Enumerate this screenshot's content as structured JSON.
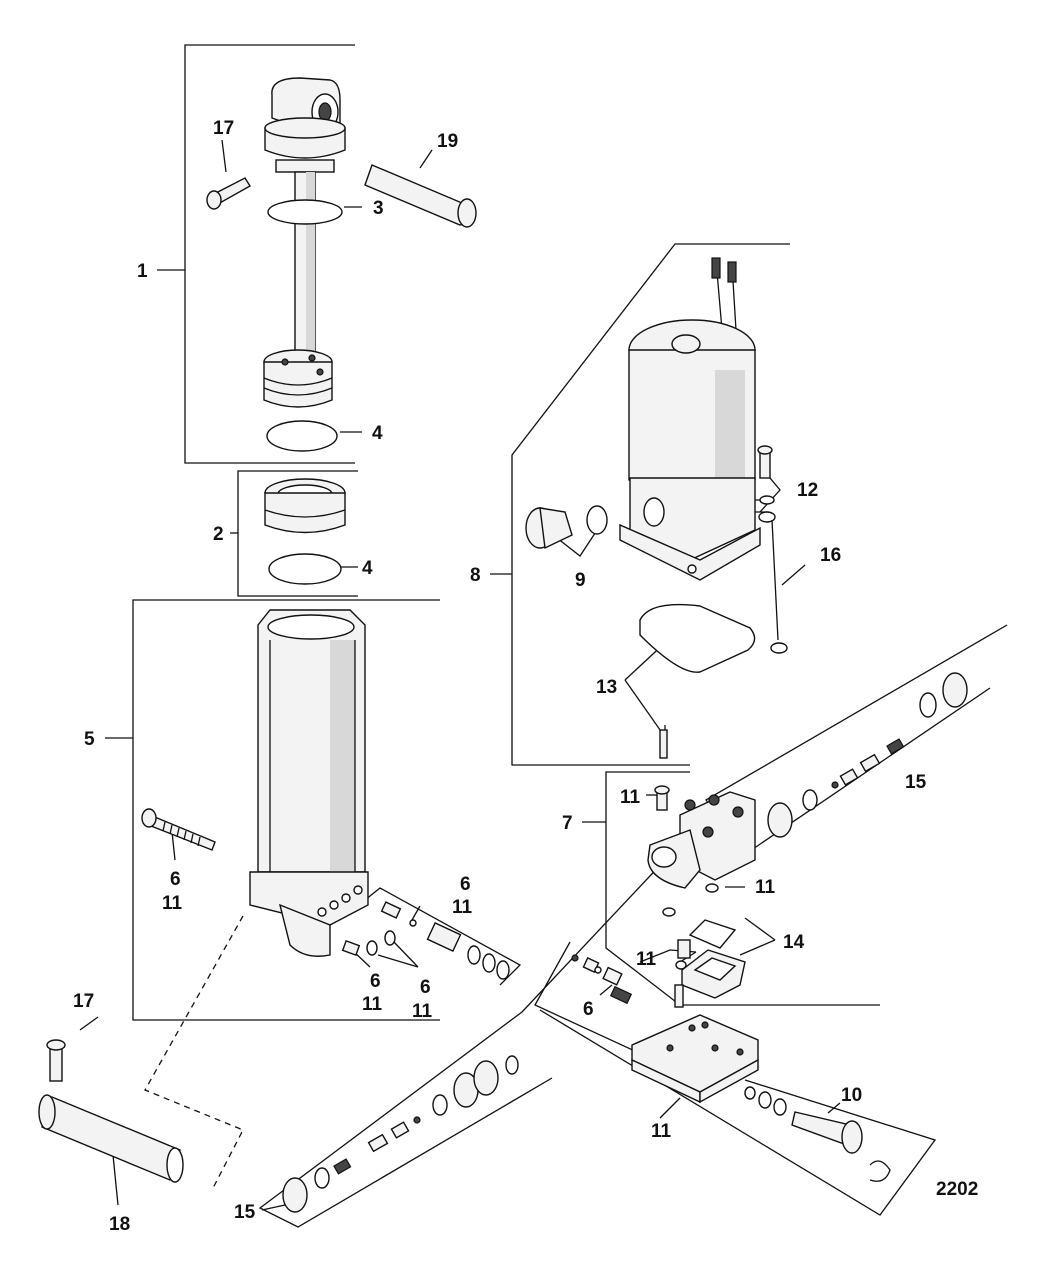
{
  "figure_number": "2202",
  "callouts": {
    "c1": "1",
    "c2": "2",
    "c3": "3",
    "c4a": "4",
    "c4b": "4",
    "c5": "5",
    "c6a": "6",
    "c11a": "11",
    "c6b": "6",
    "c11b": "11",
    "c6c": "6",
    "c11c": "11",
    "c6d": "6",
    "c11d": "11",
    "c6e": "6",
    "c7": "7",
    "c8": "8",
    "c9": "9",
    "c10": "10",
    "c11e": "11",
    "c11f": "11",
    "c11g": "11",
    "c11h": "11",
    "c12": "12",
    "c13": "13",
    "c14": "14",
    "c15a": "15",
    "c15b": "15",
    "c16": "16",
    "c17a": "17",
    "c17b": "17",
    "c18": "18",
    "c19": "19"
  }
}
